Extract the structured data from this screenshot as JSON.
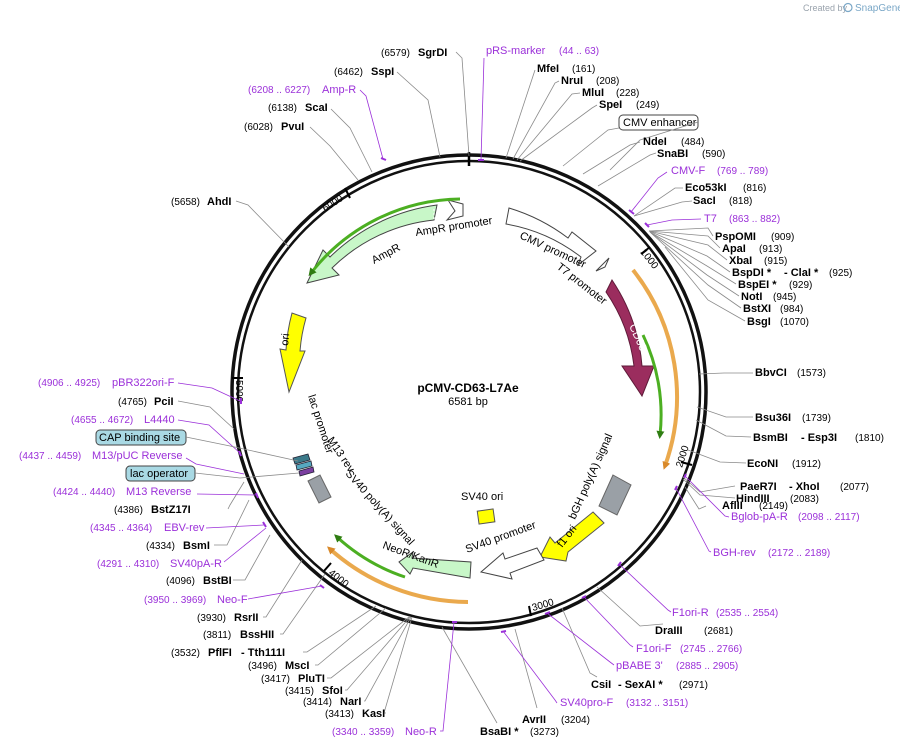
{
  "watermark": {
    "created_by": "Created by",
    "brand": "SnapGene"
  },
  "plasmid": {
    "name": "pCMV-CD63-L7Ae",
    "length": "6581 bp"
  },
  "ticks": [
    "1000",
    "2000",
    "3000",
    "4000",
    "5000",
    "6000"
  ],
  "features": {
    "cmv_promoter": "CMV promoter",
    "t7_promoter": "T7 promoter",
    "cd63": "CD63",
    "bgh_polya": "bGH poly(A) signal",
    "f1_ori": "f1 ori",
    "sv40_promoter": "SV40 promoter",
    "sv40_ori": "SV40 ori",
    "neor": "NeoR/KanR",
    "sv40_polya": "SV40 poly(A) signal",
    "m13_rev": "M13 rev",
    "lac_promoter": "lac promoter",
    "ori": "ori",
    "ampr": "AmpR",
    "ampr_promoter": "AmpR promoter"
  },
  "boxed_features": {
    "cmv_enhancer": "CMV enhancer",
    "cap_binding_site": "CAP binding site",
    "lac_operator": "lac operator"
  },
  "sites": [
    {
      "name": "SgrDI",
      "pos": "(6579)"
    },
    {
      "name": "SspI",
      "pos": "(6462)"
    },
    {
      "name": "ScaI",
      "pos": "(6138)"
    },
    {
      "name": "PvuI",
      "pos": "(6028)"
    },
    {
      "name": "AhdI",
      "pos": "(5658)"
    },
    {
      "name": "PciI",
      "pos": "(4765)"
    },
    {
      "name": "BstZ17I",
      "pos": "(4386)"
    },
    {
      "name": "BsmI",
      "pos": "(4334)"
    },
    {
      "name": "BstBI",
      "pos": "(4096)"
    },
    {
      "name": "RsrII",
      "pos": "(3930)"
    },
    {
      "name": "BssHII",
      "pos": "(3811)"
    },
    {
      "name": "PflFI",
      "name2": "- Tth111I",
      "pos": "(3532)"
    },
    {
      "name": "MscI",
      "pos": "(3496)"
    },
    {
      "name": "PluTI",
      "pos": "(3417)"
    },
    {
      "name": "SfoI",
      "pos": "(3415)"
    },
    {
      "name": "NarI",
      "pos": "(3414)"
    },
    {
      "name": "KasI",
      "pos": "(3413)"
    },
    {
      "name": "BsaBI *",
      "pos": "(3273)"
    },
    {
      "name": "AvrII",
      "pos": "(3204)"
    },
    {
      "name": "CsiI",
      "name2": "- SexAI *",
      "pos": "(2971)"
    },
    {
      "name": "DraIII",
      "pos": "(2681)"
    },
    {
      "name": "AflII",
      "pos": "(2149)"
    },
    {
      "name": "HindIII",
      "pos": "(2083)"
    },
    {
      "name": "PaeR7I",
      "name2": "- XhoI",
      "pos": "(2077)"
    },
    {
      "name": "EcoNI",
      "pos": "(1912)"
    },
    {
      "name": "BsmBI",
      "name2": "- Esp3I",
      "pos": "(1810)"
    },
    {
      "name": "Bsu36I",
      "pos": "(1739)"
    },
    {
      "name": "BbvCI",
      "pos": "(1573)"
    },
    {
      "name": "BsgI",
      "pos": "(1070)"
    },
    {
      "name": "BstXI",
      "pos": "(984)"
    },
    {
      "name": "NotI",
      "pos": "(945)"
    },
    {
      "name": "BspEI *",
      "pos": "(929)"
    },
    {
      "name": "BspDI *",
      "name2": "- ClaI *",
      "pos": "(925)"
    },
    {
      "name": "XbaI",
      "pos": "(915)"
    },
    {
      "name": "ApaI",
      "pos": "(913)"
    },
    {
      "name": "PspOMI",
      "pos": "(909)"
    },
    {
      "name": "SacI",
      "pos": "(818)"
    },
    {
      "name": "Eco53kI",
      "pos": "(816)"
    },
    {
      "name": "SnaBI",
      "pos": "(590)"
    },
    {
      "name": "NdeI",
      "pos": "(484)"
    },
    {
      "name": "SpeI",
      "pos": "(249)"
    },
    {
      "name": "MluI",
      "pos": "(228)"
    },
    {
      "name": "NruI",
      "pos": "(208)"
    },
    {
      "name": "MfeI",
      "pos": "(161)"
    }
  ],
  "primers": [
    {
      "name": "pRS-marker",
      "pos": "(44 .. 63)"
    },
    {
      "name": "Amp-R",
      "pos": "(6208 .. 6227)"
    },
    {
      "name": "CMV-F",
      "pos": "(769 .. 789)"
    },
    {
      "name": "T7",
      "pos": "(863 .. 882)"
    },
    {
      "name": "pBR322ori-F",
      "pos": "(4906 .. 4925)"
    },
    {
      "name": "L4440",
      "pos": "(4655 .. 4672)"
    },
    {
      "name": "M13/pUC Reverse",
      "pos": "(4437 .. 4459)"
    },
    {
      "name": "M13 Reverse",
      "pos": "(4424 .. 4440)"
    },
    {
      "name": "EBV-rev",
      "pos": "(4345 .. 4364)"
    },
    {
      "name": "SV40pA-R",
      "pos": "(4291 .. 4310)"
    },
    {
      "name": "Neo-F",
      "pos": "(3950 .. 3969)"
    },
    {
      "name": "Neo-R",
      "pos": "(3340 .. 3359)"
    },
    {
      "name": "SV40pro-F",
      "pos": "(3132 .. 3151)"
    },
    {
      "name": "pBABE 3'",
      "pos": "(2885 .. 2905)"
    },
    {
      "name": "F1ori-F",
      "pos": "(2745 .. 2766)"
    },
    {
      "name": "F1ori-R",
      "pos": "(2535 .. 2554)"
    },
    {
      "name": "BGH-rev",
      "pos": "(2172 .. 2189)"
    },
    {
      "name": "Bglob-pA-R",
      "pos": "(2098 .. 2117)"
    }
  ],
  "colors": {
    "cd63": "#9b2d5e",
    "ori": "#ffff00",
    "promoter": "#ffffff",
    "resistance": "#c8f7c8",
    "polya": "#9aa0a6",
    "primer": "#9b30d9",
    "orange_arrow": "#e69a2e",
    "green_arrow": "#4caf22"
  }
}
